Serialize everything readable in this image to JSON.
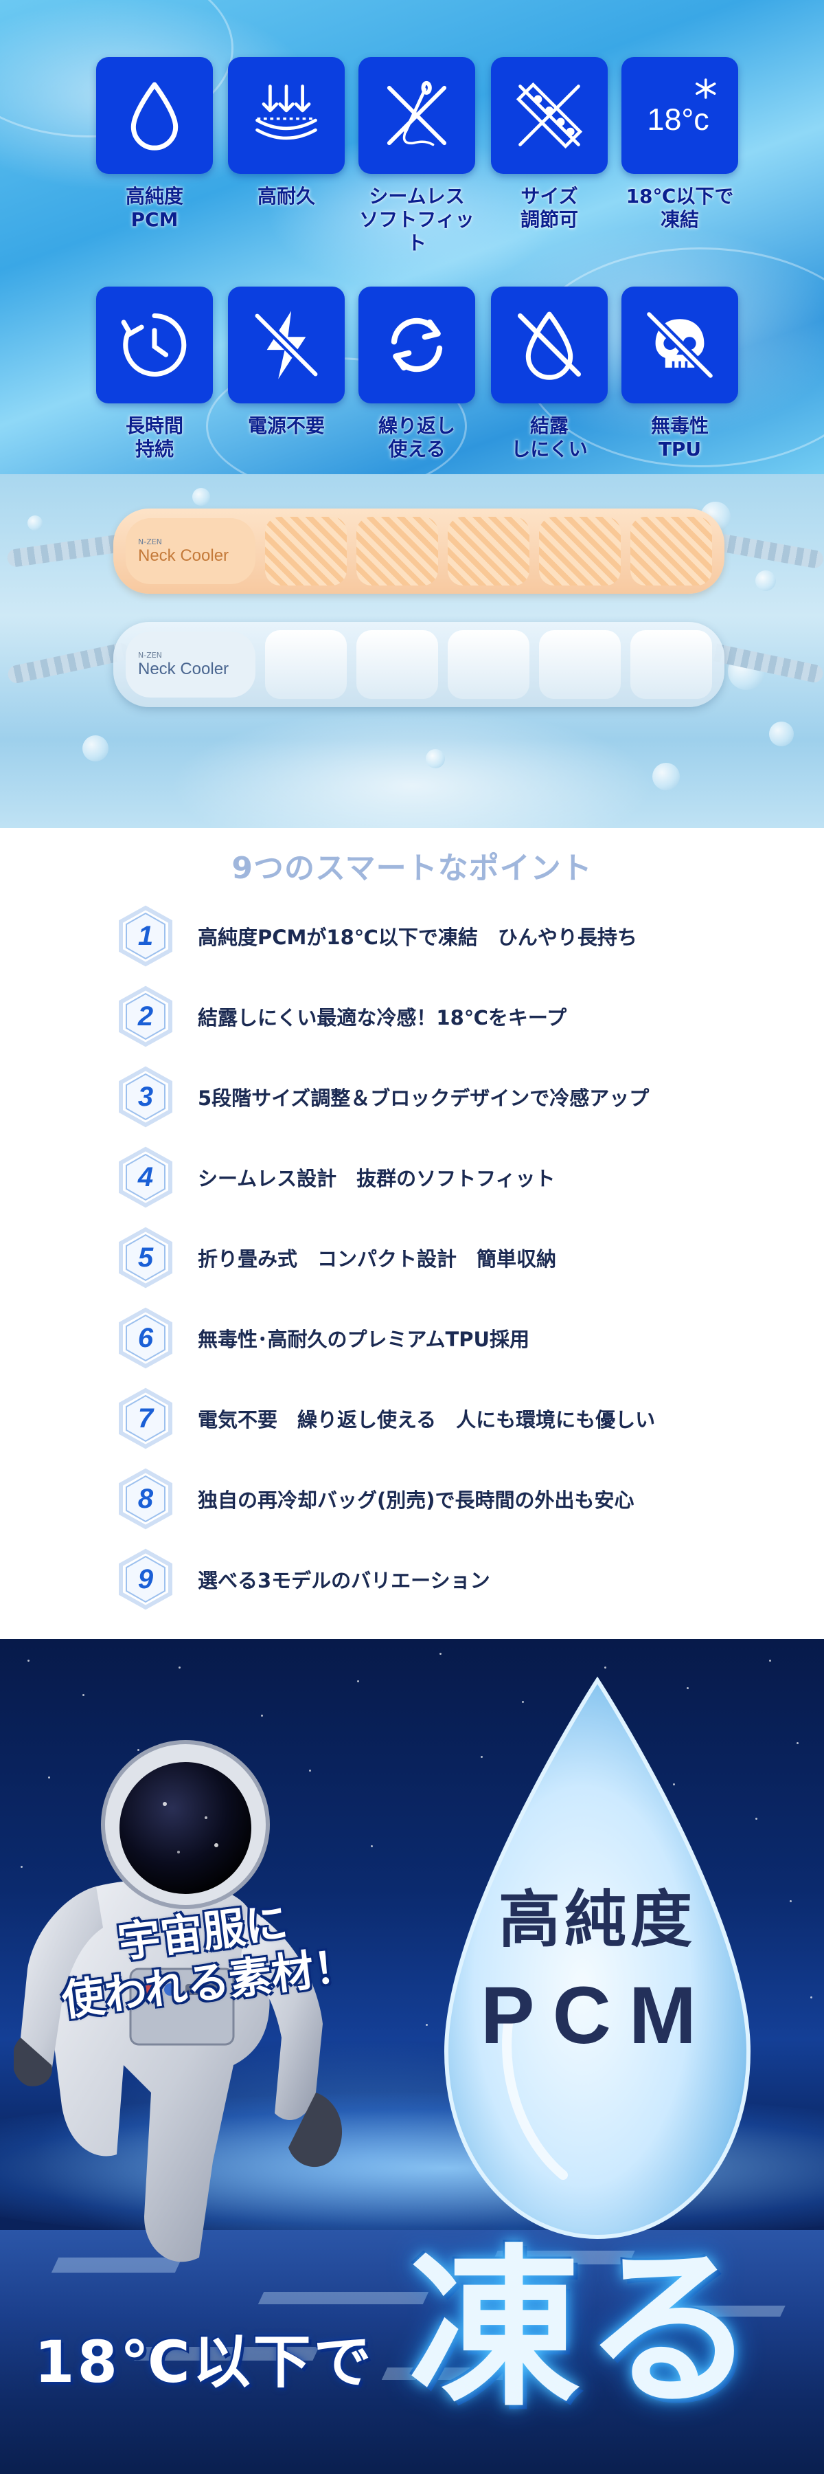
{
  "features": {
    "items": [
      {
        "icon": "water-drop-icon",
        "label": "高純度\nPCM"
      },
      {
        "icon": "durability-arrows-icon",
        "label": "高耐久"
      },
      {
        "icon": "sewing-needle-crossed-icon",
        "label": "シームレス\nソフトフィット"
      },
      {
        "icon": "size-adjust-icon",
        "label": "サイズ\n調節可"
      },
      {
        "icon": "freeze-18c-icon",
        "label": "18℃以下で\n凍結",
        "icon_text": "18°c"
      },
      {
        "icon": "clock-icon",
        "label": "長時間\n持続"
      },
      {
        "icon": "no-power-icon",
        "label": "電源不要"
      },
      {
        "icon": "reuse-arrows-icon",
        "label": "繰り返し\n使える"
      },
      {
        "icon": "no-condensation-icon",
        "label": "結露\nしにくい"
      },
      {
        "icon": "skull-crossed-icon",
        "label": "無毒性\nTPU"
      }
    ]
  },
  "product": {
    "brand_small": "N-ZEN",
    "brand_name": "Neck Cooler"
  },
  "points": {
    "title": "9つのスマートなポイント",
    "items": [
      {
        "num": "1",
        "text": "高純度PCMが18℃以下で凍結　ひんやり長持ち"
      },
      {
        "num": "2",
        "text": "結露しにくい最適な冷感！18℃をキープ"
      },
      {
        "num": "3",
        "text": "5段階サイズ調整＆ブロックデザインで冷感アップ"
      },
      {
        "num": "4",
        "text": "シームレス設計　抜群のソフトフィット"
      },
      {
        "num": "5",
        "text": "折り畳み式　コンパクト設計　簡単収納"
      },
      {
        "num": "6",
        "text": "無毒性･高耐久のプレミアムTPU採用"
      },
      {
        "num": "7",
        "text": "電気不要　繰り返し使える　人にも環境にも優しい"
      },
      {
        "num": "8",
        "text": "独自の再冷却バッグ(別売)で長時間の外出も安心"
      },
      {
        "num": "9",
        "text": "選べる3モデルのバリエーション"
      }
    ]
  },
  "hero": {
    "caption": "宇宙服に\n使われる素材！",
    "drop_line1": "高純度",
    "drop_line2": "PCM",
    "freeze_small": "18℃以下で",
    "freeze_big": "凍る"
  },
  "colors": {
    "tile": "#0b3fe0",
    "label": "#0a1f8f",
    "points_title": "#9fb6dc",
    "hex_number": "#1a5fd6"
  }
}
